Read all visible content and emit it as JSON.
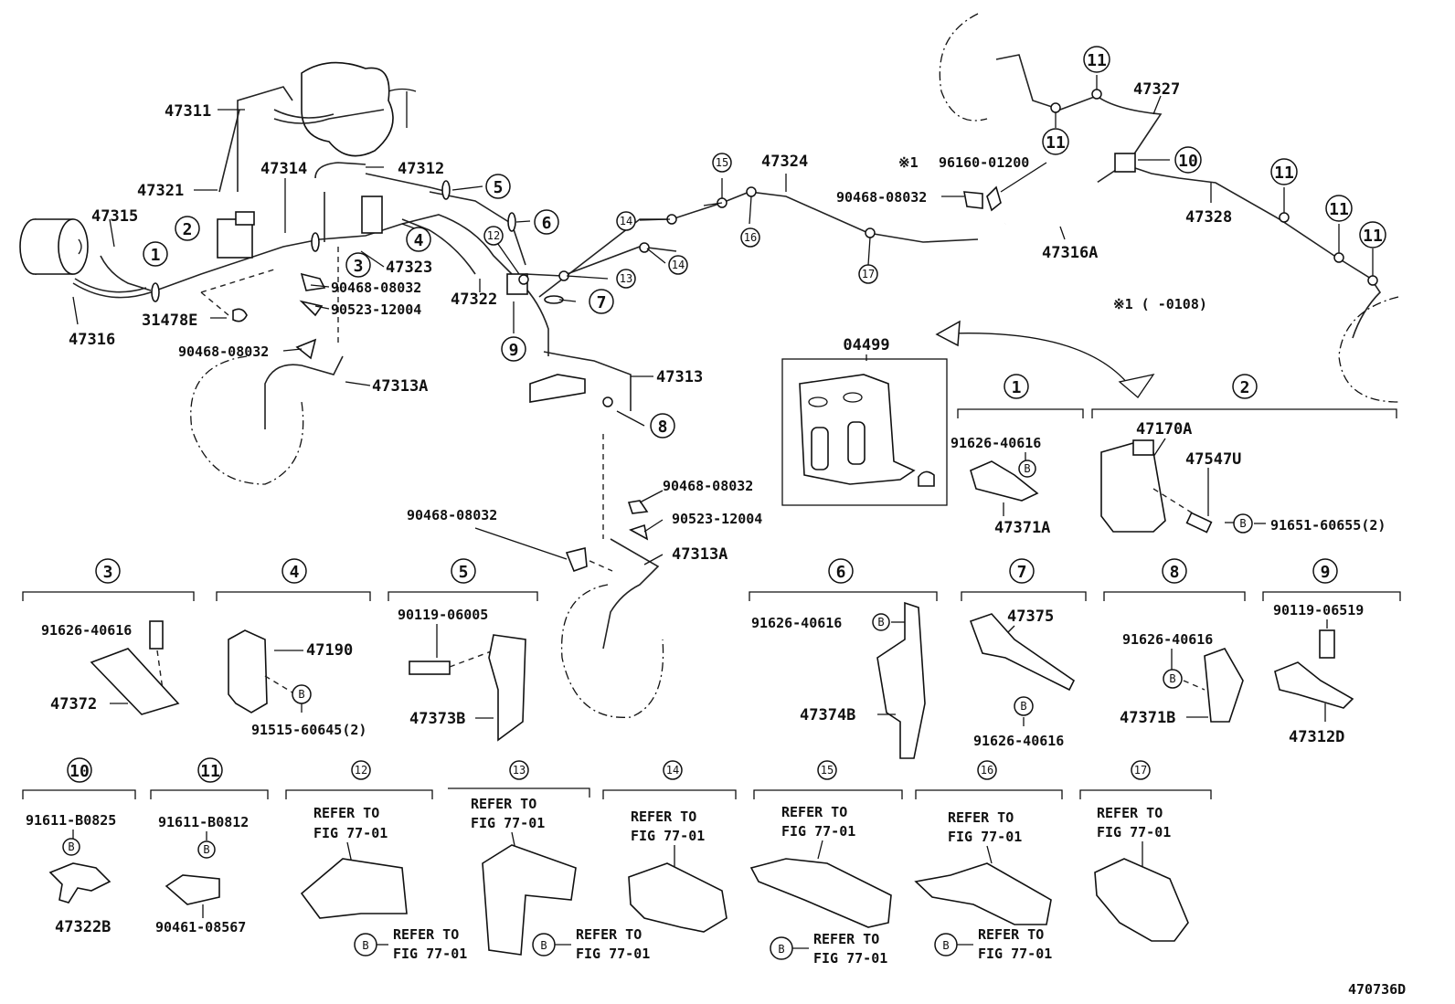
{
  "figure_code": "470736D",
  "note": "※1 (   -0108)",
  "note_mark": "※1",
  "labels": {
    "p47311": "47311",
    "p47321": "47321",
    "p47314": "47314",
    "p47312": "47312",
    "p47315": "47315",
    "p47316": "47316",
    "p31478E": "31478E",
    "p47323": "47323",
    "p90468a": "90468-08032",
    "p90523a": "90523-12004",
    "p90468b": "90468-08032",
    "p47313A_1": "47313A",
    "p47322": "47322",
    "p47313": "47313",
    "p47324": "47324",
    "p96160": "96160-01200",
    "p90468c": "90468-08032",
    "p47316A": "47316A",
    "p47327": "47327",
    "p47328": "47328",
    "p04499": "04499",
    "p90468d": "90468-08032",
    "p90523b": "90523-12004",
    "p90468e": "90468-08032",
    "p47313A_2": "47313A"
  },
  "callouts": [
    "1",
    "2",
    "3",
    "4",
    "5",
    "6",
    "7",
    "8",
    "9",
    "10",
    "11"
  ],
  "small_callouts": [
    "12",
    "13",
    "14",
    "15",
    "16",
    "17"
  ],
  "b_mark": "B",
  "refer": {
    "line1": "REFER TO",
    "line2": "FIG 77-01"
  },
  "details": {
    "d1": {
      "num": "1",
      "bolt": "91626-40616",
      "part": "47371A"
    },
    "d2": {
      "num": "2",
      "p1": "47170A",
      "p2": "47547U",
      "bolt": "91651-60655(2)"
    },
    "d3": {
      "num": "3",
      "bolt": "91626-40616",
      "part": "47372"
    },
    "d4": {
      "num": "4",
      "part": "47190",
      "bolt": "91515-60645(2)"
    },
    "d5": {
      "num": "5",
      "bolt": "90119-06005",
      "part": "47373B"
    },
    "d6": {
      "num": "6",
      "bolt": "91626-40616",
      "part": "47374B"
    },
    "d7": {
      "num": "7",
      "part": "47375",
      "bolt": "91626-40616"
    },
    "d8": {
      "num": "8",
      "bolt": "91626-40616",
      "part": "47371B"
    },
    "d9": {
      "num": "9",
      "bolt": "90119-06519",
      "part": "47312D"
    },
    "d10": {
      "num": "10",
      "bolt": "91611-B0825",
      "part": "47322B"
    },
    "d11": {
      "num": "11",
      "bolt": "91611-B0812",
      "part": "90461-08567"
    },
    "d12": {
      "num": "12"
    },
    "d13": {
      "num": "13"
    },
    "d14": {
      "num": "14"
    },
    "d15": {
      "num": "15"
    },
    "d16": {
      "num": "16"
    },
    "d17": {
      "num": "17"
    }
  }
}
